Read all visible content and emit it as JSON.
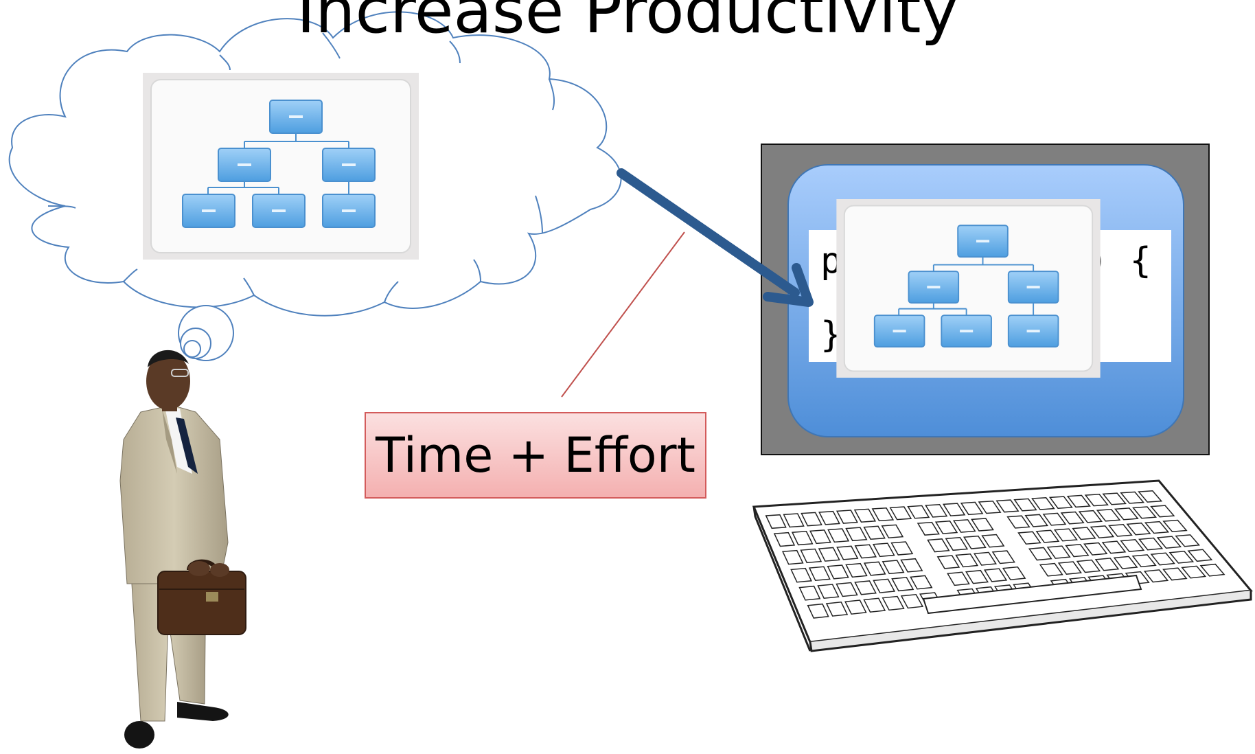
{
  "slide": {
    "title": "Increase Productivity",
    "effort_label": "Time + Effort",
    "code_line_1_start": "p",
    "code_line_1_end": ") {",
    "code_line_2": "}"
  },
  "colors": {
    "cloud_stroke": "#4f81bd",
    "arrow": "#2c5a8f",
    "connector": "#c0504d",
    "monitor_bezel": "#808080",
    "screen": "#6aa3e6",
    "effort_border": "#d35b5b",
    "effort_fill": "#f4b0b0",
    "org_box": "#6ab0e8"
  },
  "icons": [
    "thought-cloud-icon",
    "org-chart-icon",
    "computer-monitor-icon",
    "keyboard-icon",
    "businessman-icon",
    "briefcase-icon"
  ]
}
